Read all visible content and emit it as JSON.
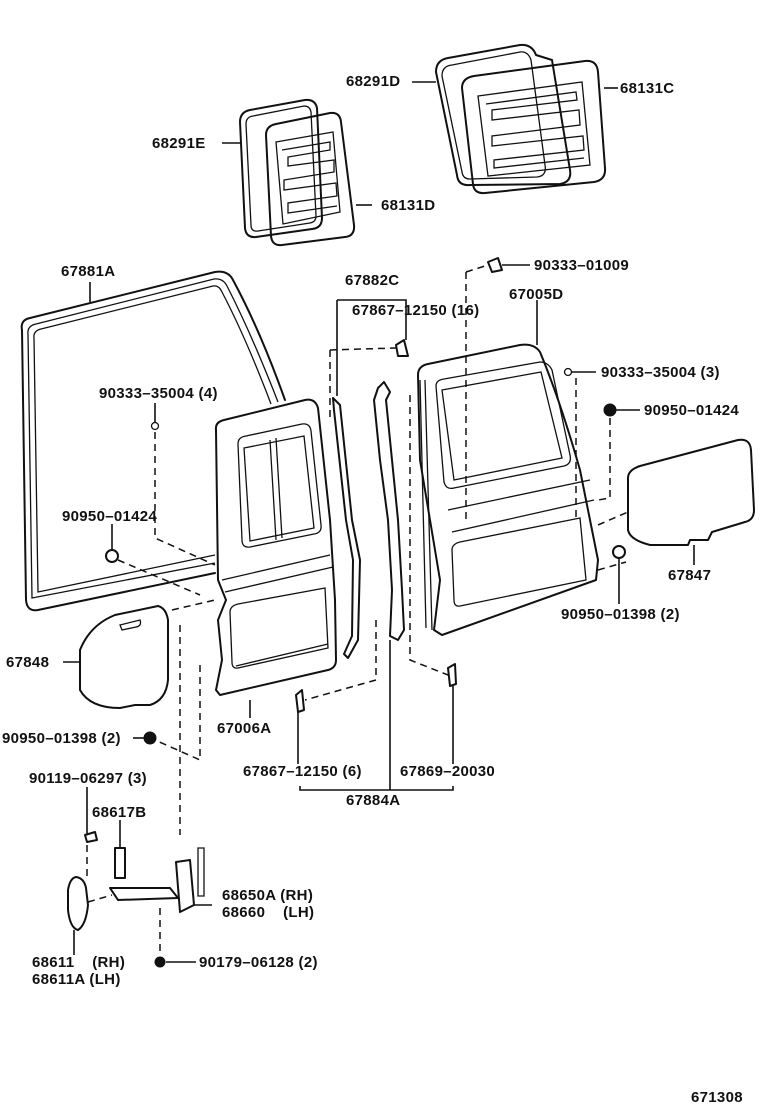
{
  "diagram": {
    "type": "exploded-parts-diagram",
    "subject": "rear side doors, hinges and seals",
    "figure_number": "671308",
    "callouts": [
      {
        "id": "c01",
        "text": "68291D"
      },
      {
        "id": "c02",
        "text": "68131C"
      },
      {
        "id": "c03",
        "text": "68291E"
      },
      {
        "id": "c04",
        "text": "68131D"
      },
      {
        "id": "c05",
        "text": "67881A"
      },
      {
        "id": "c06",
        "text": "67882C"
      },
      {
        "id": "c07",
        "text": "90333–01009"
      },
      {
        "id": "c08",
        "text": "67867–12150 (16)"
      },
      {
        "id": "c09",
        "text": "67005D"
      },
      {
        "id": "c10",
        "text": "90333–35004 (3)"
      },
      {
        "id": "c11",
        "text": "90333–35004 (4)"
      },
      {
        "id": "c12",
        "text": "90950–01424"
      },
      {
        "id": "c13",
        "text": "90950–01424"
      },
      {
        "id": "c14",
        "text": "67847"
      },
      {
        "id": "c15",
        "text": "90950–01398 (2)"
      },
      {
        "id": "c16",
        "text": "67848"
      },
      {
        "id": "c17",
        "text": "67006A"
      },
      {
        "id": "c18",
        "text": "90950–01398 (2)"
      },
      {
        "id": "c19",
        "text": "67867–12150 (6)"
      },
      {
        "id": "c20",
        "text": "67869–20030"
      },
      {
        "id": "c21",
        "text": "67884A"
      },
      {
        "id": "c22",
        "text": "90119–06297 (3)"
      },
      {
        "id": "c23",
        "text": "68617B"
      },
      {
        "id": "c24",
        "text": "68650A (RH)"
      },
      {
        "id": "c25",
        "text": "68660    (LH)"
      },
      {
        "id": "c26",
        "text": "68611    (RH)"
      },
      {
        "id": "c27",
        "text": "68611A (LH)"
      },
      {
        "id": "c28",
        "text": "90179–06128 (2)"
      }
    ]
  }
}
